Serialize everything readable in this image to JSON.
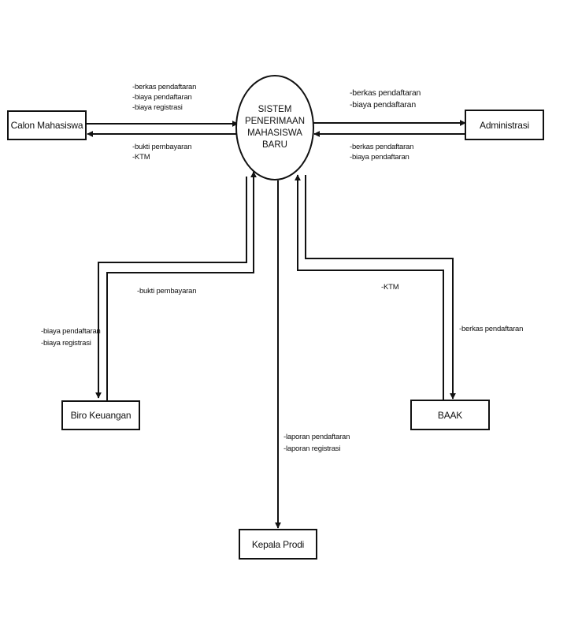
{
  "process": {
    "name_lines": [
      "SISTEM",
      "PENERIMAAN",
      "MAHASISWA BARU"
    ]
  },
  "entities": {
    "calon_mahasiswa": "Calon Mahasiswa",
    "administrasi": "Administrasi",
    "biro_keuangan": "Biro Keuangan",
    "baak": "BAAK",
    "kepala_prodi": "Kepala Prodi"
  },
  "flows": {
    "calon_to_sistem": [
      "-berkas pendaftaran",
      "-biaya pendaftaran",
      "-biaya registrasi"
    ],
    "sistem_to_calon": [
      "-bukti pembayaran",
      "-KTM"
    ],
    "sistem_to_administrasi": [
      "-berkas pendaftaran",
      "-biaya pendaftaran"
    ],
    "administrasi_to_sistem": [
      "-berkas pendaftaran",
      "-biaya pendaftaran"
    ],
    "biro_to_sistem": [
      "-bukti pembayaran"
    ],
    "sistem_to_biro": [
      "-biaya pendaftaran",
      "-biaya registrasi"
    ],
    "baak_to_sistem": [
      "-KTM"
    ],
    "sistem_to_baak": [
      "-berkas pendaftaran"
    ],
    "sistem_to_kepala": [
      "-laporan pendaftaran",
      "-laporan registrasi"
    ]
  }
}
